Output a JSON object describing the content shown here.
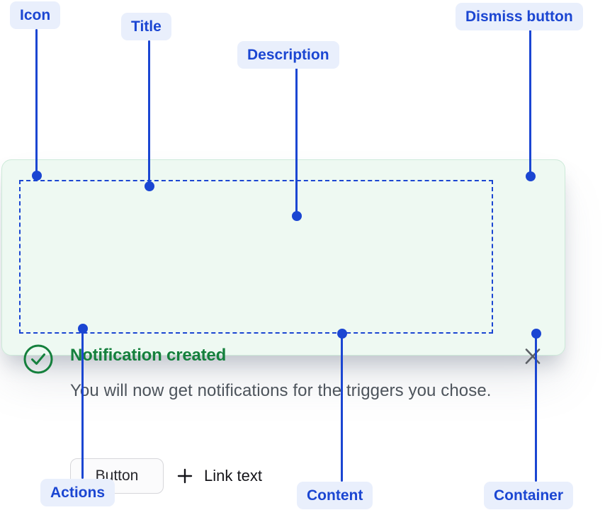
{
  "figure": {
    "name": "notification-anatomy-diagram",
    "annotations": {
      "icon": "Icon",
      "title": "Title",
      "description": "Description",
      "dismiss": "Dismiss button",
      "actions": "Actions",
      "content": "Content",
      "container": "Container"
    }
  },
  "notification": {
    "title": "Notification created",
    "description": "You will now get notifications for the triggers you chose.",
    "actions": {
      "button_label": "Button",
      "link_label": "Link text"
    },
    "icons": {
      "status": "check-circle-icon",
      "link_prefix": "plus-icon",
      "dismiss": "close-icon"
    }
  },
  "colors": {
    "annotation_blue": "#1b46d2",
    "annotation_pill_bg": "#e9effc",
    "success_green": "#15803d",
    "card_bg": "#eef9f2",
    "card_border": "#cdead9",
    "description_gray": "#4d545c",
    "dismiss_gray": "#5c6066",
    "button_bg": "#fbfbfc",
    "button_border": "#d6d6da",
    "button_text": "#26262b",
    "link_text": "#141419"
  }
}
